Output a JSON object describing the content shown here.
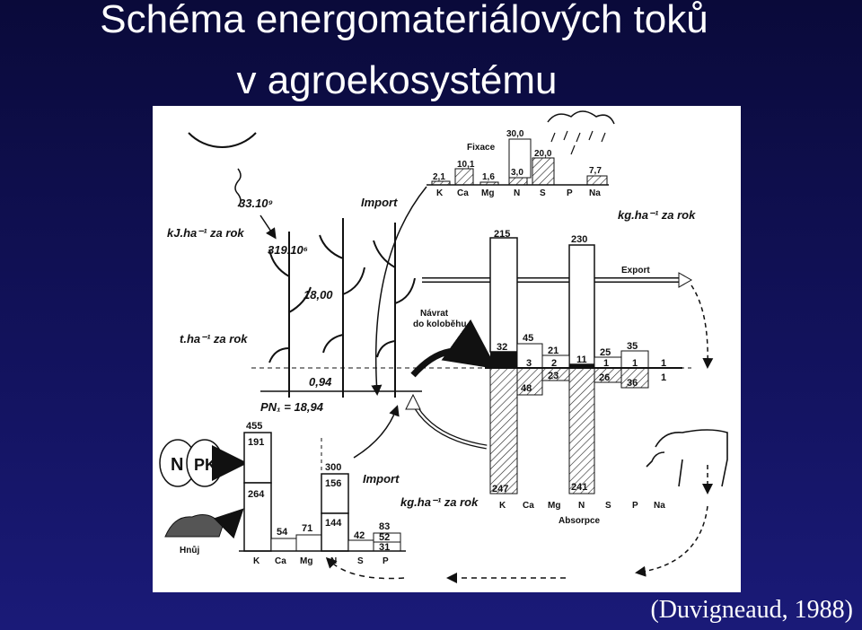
{
  "title_line1": "Schéma energomateriálových toků",
  "title_line2": "v agroekosystému",
  "credit": "(Duvigneaud, 1988)",
  "diagram": {
    "energy_in": "33.10⁹",
    "energy_unit": "kJ.ha⁻¹ za rok",
    "energy_fixed": "319.10⁶",
    "biomass": "18,00",
    "biomass_unit": "t.ha⁻¹ za rok",
    "root_value": "0,94",
    "pn": "PN₁ = 18,94",
    "import_top": "Import",
    "import_bottom": "Import",
    "fixace": "Fixace",
    "unit_kg_top": "kg.ha⁻¹ za rok",
    "unit_kg_bottom": "kg.ha⁻¹ za rok",
    "export": "Export",
    "navrat": "Návrat do koloběhu",
    "navrat_1": "Návrat",
    "navrat_2": "do koloběhu",
    "absorpce": "Absorpce",
    "fertilizer_n": "N",
    "fertilizer_pk": "PK",
    "manure": "Hnůj",
    "elements": [
      "K",
      "Ca",
      "Mg",
      "N",
      "S",
      "P",
      "Na"
    ],
    "fixation_values": [
      "2,1",
      "10,1",
      "1,6",
      "3,0",
      "20,0",
      "",
      "7,7"
    ],
    "fixation_top": "30,0",
    "export_top": {
      "K": "215",
      "N": "230"
    },
    "return_values": {
      "K": "32",
      "Ca": "45",
      "Ca_b": "3",
      "Mg": "21",
      "Mg_b": "2",
      "N": "11",
      "S": "25",
      "S_b": "1",
      "P": "35",
      "P_b": "1",
      "Na": "1",
      "Na_b": "1"
    },
    "absorption_below": {
      "Ca": "48",
      "Mg": "23",
      "S": "26",
      "P": "36"
    },
    "absorption_bottom": {
      "K": "247",
      "N": "241"
    },
    "input_values": {
      "K_total": "455",
      "K_upper": "191",
      "K_lower": "264",
      "Ca": "54",
      "Mg": "71",
      "N_total": "300",
      "N_upper": "156",
      "N_lower": "144",
      "S": "42",
      "P_total": "83",
      "P_mid": "52",
      "P_low": "31"
    }
  }
}
